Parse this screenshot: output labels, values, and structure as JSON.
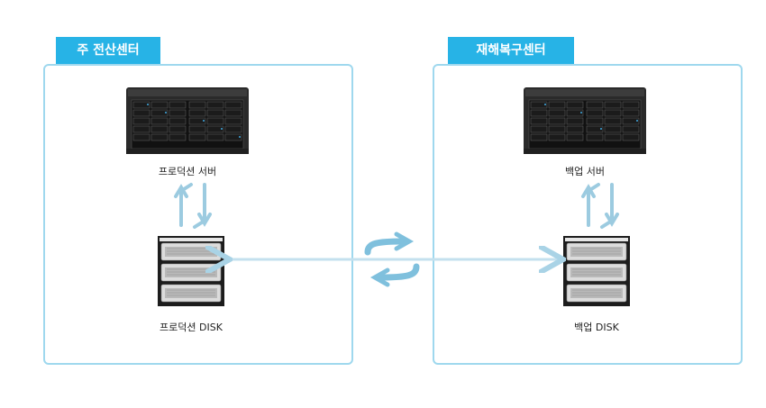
{
  "sites": {
    "primary": {
      "title": "주 전산센터",
      "server_label": "프로덕션 서버",
      "disk_label": "프로덕션 DISK"
    },
    "dr": {
      "title": "재해복구센터",
      "server_label": "백업 서버",
      "disk_label": "백업 DISK"
    }
  },
  "colors": {
    "tag": "#27b3e6",
    "panel_border": "#9fd8ee",
    "arrow": "#a9d3e6"
  },
  "icons": {
    "server": "rack-server-icon",
    "disk": "disk-array-icon",
    "sync": "sync-arrows-icon"
  }
}
